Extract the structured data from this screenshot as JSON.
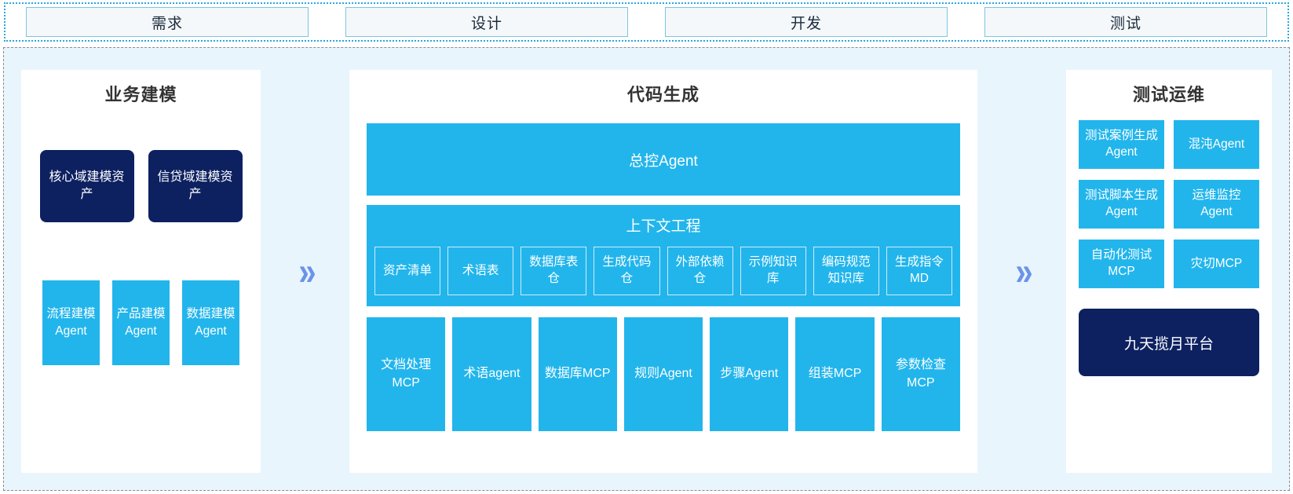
{
  "phases": [
    {
      "label": "需求"
    },
    {
      "label": "设计"
    },
    {
      "label": "开发"
    },
    {
      "label": "测试"
    }
  ],
  "colors": {
    "accent_cyan": "#22B5EC",
    "accent_navy": "#0D2161",
    "canvas_bg": "#E9F5FD",
    "panel_bg": "#FFFFFF",
    "arrow_blue": "#6B93EA",
    "phase_border": "#7FC4DE",
    "title_text": "#333333"
  },
  "arrows": {
    "left_to_center": "»",
    "center_to_right": "»"
  },
  "panels": {
    "business_modeling": {
      "title": "业务建模",
      "assets": [
        {
          "label": "核心域建模资产"
        },
        {
          "label": "信贷域建模资产"
        }
      ],
      "agents": [
        {
          "label": "流程建模Agent"
        },
        {
          "label": "产品建模Agent"
        },
        {
          "label": "数据建模Agent"
        }
      ]
    },
    "code_generation": {
      "title": "代码生成",
      "master_agent": "总控Agent",
      "context_engineering": {
        "title": "上下文工程",
        "items": [
          {
            "label": "资产清单"
          },
          {
            "label": "术语表"
          },
          {
            "label": "数据库表仓"
          },
          {
            "label": "生成代码仓"
          },
          {
            "label": "外部依赖仓"
          },
          {
            "label": "示例知识库"
          },
          {
            "label": "编码规范知识库"
          },
          {
            "label": "生成指令MD"
          }
        ]
      },
      "tools": [
        {
          "label": "文档处理MCP"
        },
        {
          "label": "术语agent"
        },
        {
          "label": "数据库MCP"
        },
        {
          "label": "规则Agent"
        },
        {
          "label": "步骤Agent"
        },
        {
          "label": "组装MCP"
        },
        {
          "label": "参数检查MCP"
        }
      ]
    },
    "test_ops": {
      "title": "测试运维",
      "items": [
        {
          "label": "测试案例生成Agent"
        },
        {
          "label": "混沌Agent"
        },
        {
          "label": "测试脚本生成Agent"
        },
        {
          "label": "运维监控Agent"
        },
        {
          "label": "自动化测试MCP"
        },
        {
          "label": "灾切MCP"
        }
      ],
      "platform": "九天揽月平台"
    }
  }
}
